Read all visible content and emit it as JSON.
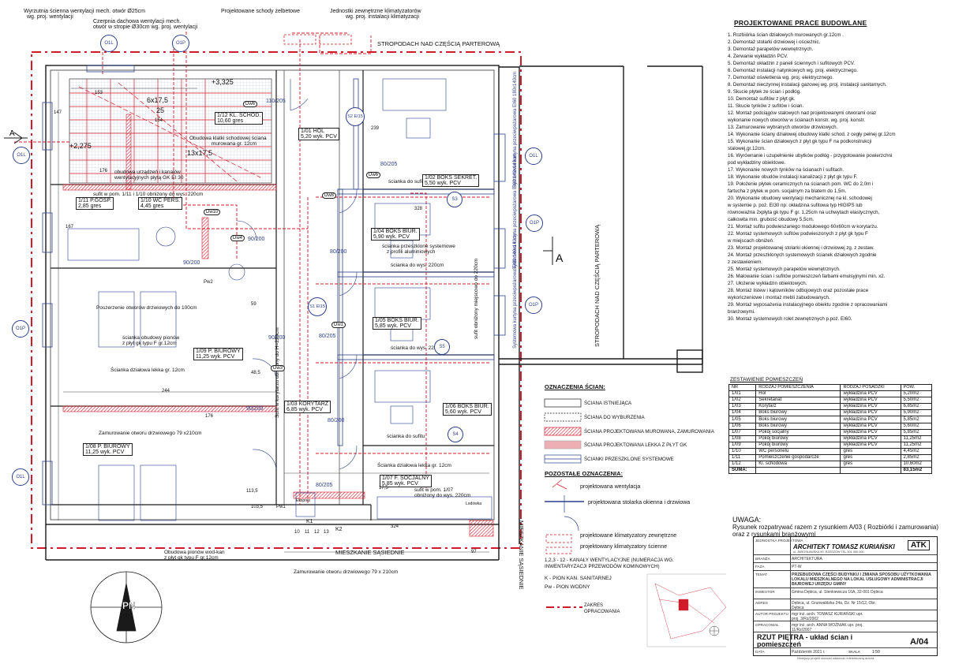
{
  "colors": {
    "red": "#d01c2a",
    "blue": "#2b3f8c",
    "ink": "#1a1a1a"
  },
  "plan_annotations": {
    "vent_mech": [
      "Wyrzutnia ściennа wentylacji mech. otwór Ø25cm",
      "wg. proj. wentylacji"
    ],
    "chimney": [
      "Czerpnia dachowa wentylacji mech.",
      "otwór w stropie Ø30cm wg. proj. wentylacji"
    ],
    "stairs_proj": "Projektowane schody żelbetowe",
    "ac_units": [
      "Jednostki zewnętrzne klimatyzatorów",
      "wg. proj. instalacji klimatyzacji"
    ],
    "stropodach_top": "STROPODACH NAD CZĘŚCIĄ PARTEROWĄ",
    "stropodach_right": "STROPODACH NAD CZĘŚCIĄ PARTEROWĄ",
    "mieszkanie_right": "MIESZKANIE SĄSIEDNIE",
    "mieszkanie_bottom": "MIESZKANIE SĄSIEDNIE",
    "level_325": "+3,325",
    "level_2275": "+2,275",
    "stair_a": "6x17,5",
    "stair_b": "13x17,5",
    "stair_c": "25",
    "stair_shaft": [
      "Obudowa klatki schodowej ściana",
      "murowana gr. 12cm"
    ],
    "obudowa_urz": [
      "obudowa urządzeń i kanałów",
      "wentylacyjnych płytą GK EI 30"
    ],
    "sufit_wc": "sufit w pom. 1/11 i 1/10 obniżony do wys. 220cm",
    "poszerzenie": "Poszerzenie otworów drzwiowych do 100cm",
    "scianka_pion": [
      "ścianka obudowy pionów",
      "z płyt gk typu F gr.12cm"
    ],
    "scianka_lekka": "Ścianka działowa lekka gr. 12cm",
    "zamurowanie_1": "Zamurowanie otworu drzwiowego 79 x210cm",
    "zamurowanie_2": "Zamurowanie otworu drzwiowego 79 x 210cm",
    "sufit_korytarz": "Sufit w korytarzu obniżony do H=220cm",
    "sufit_obnizony": "sufit obniżony miejscowo do 220cm",
    "scianka_sufitu": "ścianka do sufitu",
    "scianka_220": "ścianka do wys. 220cm",
    "przeszklone": [
      "ścianka przeszklone systemowe",
      "z profili aluminiowych"
    ],
    "scianka_lekka_2": "Ścianka działowa lekka gr. 12cm",
    "sufit_107": [
      "sufit w pom. 1/07",
      "obniżony do wys. 220cm"
    ],
    "obudowa_pionow": [
      "Obudowa pionów wod-kan",
      "z płyt gk typu F gr.12cm"
    ],
    "sec_A": "A",
    "compass": "PN",
    "dims": [
      "153",
      "154",
      "176",
      "147",
      "167",
      "239",
      "328",
      "324",
      "97",
      "113,5",
      "103,5",
      "244",
      "48,5",
      "59",
      "176",
      "17,5"
    ]
  },
  "rooms": [
    {
      "id": "1/12",
      "name": "KL. SCHOD.",
      "area": "10,60",
      "floor": "gres"
    },
    {
      "id": "1/01",
      "name": "HOL",
      "area": "5,20",
      "floor": "wyk. PCV"
    },
    {
      "id": "1/02",
      "name": "BOKS SEKRET.",
      "area": "5,50",
      "floor": "wyk. PCV"
    },
    {
      "id": "1/11",
      "name": "P.GOSP.",
      "area": "2,85",
      "floor": "gres"
    },
    {
      "id": "1/10",
      "name": "WC PERS.",
      "area": "4,45",
      "floor": "gres"
    },
    {
      "id": "1/04",
      "name": "BOKS BIUR.",
      "area": "5,90",
      "floor": "wyk. PCV"
    },
    {
      "id": "1/09",
      "name": "P. BIUROWY",
      "area": "11,25",
      "floor": "wyk. PCV"
    },
    {
      "id": "1/05",
      "name": "BOKS BIUR.",
      "area": "5,85",
      "floor": "wyk. PCV"
    },
    {
      "id": "1/03",
      "name": "KORYTARZ",
      "area": "6,85",
      "floor": "wyk. PCV"
    },
    {
      "id": "1/06",
      "name": "BOKS BIUR.",
      "area": "5,60",
      "floor": "wyk. PCV"
    },
    {
      "id": "1/08",
      "name": "P. BIUROWY",
      "area": "11,25",
      "floor": "wyk. PCV"
    },
    {
      "id": "1/07",
      "name": "F. SOCJALNY",
      "area": "5,85",
      "floor": "wyk. PCV"
    }
  ],
  "markers": [
    "O1L",
    "O1P",
    "O1L",
    "O1P",
    "O1L",
    "O1P",
    "O1L",
    "O1P",
    "S2 EI15",
    "S3",
    "S1 EI15",
    "S4",
    "S5",
    "Dw6",
    "Dw6",
    "Dw10",
    "Dw4",
    "Dw1",
    "Dw8",
    "Dw3",
    "Pw2",
    "Pw1"
  ],
  "door_tags": [
    "110/205",
    "90/200",
    "90/200",
    "80/205",
    "90/200",
    "80/205",
    "80/200",
    "80/200",
    "80/205",
    "90/200"
  ],
  "window_labels": [
    "Systemowa kurtyna przeciwpożarowa EI60 180x140cm",
    "Systemowa kurtyna przeciwpożarowa EI60 140x140cm",
    "Systemowa kurtyna przeciwpożarowa EI60 140x140cm"
  ],
  "riser_labels": [
    "K1",
    "K2",
    "10",
    "11",
    "12",
    "13"
  ],
  "appliances": [
    "Lodówka",
    "Ekspres"
  ],
  "works": {
    "title": "PROJEKTOWANE PRACE BUDOWLANE",
    "items": [
      "1. Rozbiórka ścian działowych murowanych gr.12cm .",
      "2. Demontaż stolarki drzwiowej i ościeżnic.",
      "3. Demontaż parapetów wewnętrznych.",
      "4. Zerwanie wykładzin PCV.",
      "5. Demontaż okładzin z paneli ściennych i sufitowych PCV.",
      "6. Demontaż instalacji natynkowych wg. proj. elektrycznego.",
      "7. Demontaż oświetlenia wg. proj. elektrycznego.",
      "8. Demontaż nieczynnej instalacji gazowej wg. proj. instalacji sanitarnych.",
      "9. Skucie płytek ze ścian i podłóg.",
      "10. Demontaż sufitów z płyt gk.",
      "11. Skucie tynków z sufitów i ścian.",
      "12. Montaż podciągów stalowych nad projektowanymi otworami oraz",
      "     wykonanie nowych otworów w ścianach konstr. wg. proj. konstr.",
      "13. Zamurowanie wybranych otworów drzwiowych.",
      "14. Wykonanie ściany działowej obudowy klatki schod. z cegły pełnej gr.12cm",
      "15. Wykonanie ścian działowych z płyt gk typu F na podkonstrukcji",
      "     stalowej,gr.12cm.",
      "16. Wyrównanie i uzupełnienie ubytków podłóg - przygotowanie powierzchni",
      "     pod wykładziny obiektowe.",
      "17. Wykonanie nowych tynków na ścianach i sufitach.",
      "18. Wykonanie obudów instalacji kanalizacji z płyt gk typu F.",
      "19. Położenie płytek ceramicznych na ścianach pom. WC do 2,0m i",
      "     fartucha z płytek w pom. socjalnym za blatem do 1,5m.",
      "20. Wykonanie obudowy wentylacji mechanicznej na kl. schodowej",
      "     w systemie p. poż. EI30 np: okładzina sufitowa typ HIGIPS lub",
      "     równoważna 2xpłyta  gk typu F gr. 1,25cm na uchwytach elastycznych,",
      "     całkowita min. grubość obudowy 5,5cm.",
      "21. Montaż sufitu podwieszanego modułowego 60x60cm w korytarzu.",
      "22. Montaż systemowych sufitów podwieszonych z płyt gk typu F",
      "     w miejscach obniżeń.",
      "23. Montaż projektowanej stolarki okiennej i drzwiowej zg. z zestaw.",
      "24. Montaż przeszklonych systemowych ścianek działowych zgodnie",
      "     z zestawieniem.",
      "25. Montaż systemowych parapetów wewnętrznych.",
      "26. Malowanie ścian i sufitów pomieszczeń farbami emulsyjnymi min. x2.",
      "27. Ułożenie wykładzin obiektowych.",
      "28. Montaż listew i kątowników odbojowych oraz pozostałe prace",
      "     wykończeniowe i montaż mebli zabudowanych.",
      "29. Montaż wyposażenia instalacyjnego obiektu zgodnie z opracowaniami",
      "     branżowymi.",
      "30. Montaż systemowych rolet zewnętrznych p.poż. EI60."
    ]
  },
  "legend": {
    "walls_title": "OZNACZENIA ŚCIAN:",
    "walls": [
      "ŚCIANA ISTNIEJĄCA",
      "ŚCIANA DO WYBURZENIA",
      "ŚCIANA PROJEKTOWANA MUROWANA, ZAMUROWANIA",
      "ŚCIANA PROJEKTOWANA LEKKA Z PŁYT GK",
      "ŚCIANKI PRZESZKLONE SYSTEMOWE"
    ],
    "other_title": "POZOSTAŁE OZNACZENIA:",
    "other": [
      "projektowana wentylacja",
      "projektowana stolarka okienna i drzwiowa",
      "projektowane klimatyzatory zewnętrzne",
      "projektowany klimatyzatory ścienne",
      "1,2,3 - 12 - KANAŁY WENTYLACYJNE (NUMERACJA WG. INWENTARYZACJI PRZEWODÓW KOMINOWYCH)",
      "K - PION KAN. SANITARNEJ",
      "Pw - PION WODNY",
      "ZAKRES OPRACOWANIA"
    ]
  },
  "room_table": {
    "caption": "ZESTAWIENIE POMIESZCZEŃ",
    "headers": [
      "NR",
      "RODZAJ POMIESZCZENIA",
      "RODZAJ POSADZKI",
      "POW."
    ],
    "rows": [
      [
        "1/01",
        "Hol",
        "wykładzina PCV",
        "5,20m2"
      ],
      [
        "1/02",
        "Sekretariat",
        "wykładzina PCV",
        "5,50m2"
      ],
      [
        "1/03",
        "Korytarz",
        "wykładzina PCV",
        "6,85m2"
      ],
      [
        "1/04",
        "Boks biurowy",
        "wykładzina PCV",
        "5,90m2"
      ],
      [
        "1/05",
        "Boks biurowy",
        "wykładzina PCV",
        "5,85m2"
      ],
      [
        "1/06",
        "Boks biurowy",
        "wykładzina PCV",
        "5,60m2"
      ],
      [
        "1/07",
        "Pokój socjalny",
        "wykładzina PCV",
        "5,85m2"
      ],
      [
        "1/08",
        "Pokój biurowy",
        "wykładzina PCV",
        "11,25m2"
      ],
      [
        "1/09",
        "Pokój biurowy",
        "wykładzina PCV",
        "11,25m2"
      ],
      [
        "1/10",
        "WC personelu",
        "gres",
        "4,45m2"
      ],
      [
        "1/11",
        "Pomieszczenie gospodarcze",
        "gres",
        "2,85m2"
      ],
      [
        "1/12",
        "Kl. schodowa",
        "gres",
        "10,60m2"
      ]
    ],
    "sum_label": "SUMA:",
    "sum_value": "83,15m2"
  },
  "note": {
    "title": "UWAGA:",
    "text": "Rysunek rozpatrywać razem z rysunkiem A/03 ( Rozbiórki i zamurowania) oraz z rysunkami branżowymi"
  },
  "title_block": {
    "firm_label": "JEDNOSTKA PROJEKTOWA",
    "firm_name": "ARCHITEKT TOMASZ KURIAŃSKI",
    "firm_addr": "ul. JAROSŁAWSKA 90, RZESZÓW TEL 501 000 000",
    "logo": "ATK",
    "branza_label": "BRANŻA",
    "branza": "ARCHITEKTURA",
    "faza_label": "FAZA",
    "faza": "PT-W",
    "temat_label": "TEMAT",
    "temat": "PRZEBUDOWA CZĘŚCI BUDYNKU  I ZMIANA SPOSOBU UŻYTKOWANIA LOKALU MIESZKALNEGO NA LOKAL USŁUGOWY ADMINISTRACJI BIUROWEJ URZĘDU GMINY",
    "inwestor_label": "INWESTOR",
    "inwestor": "Gmina Dębica, ul. Sienkiewicza 16A, 32-001 Dębica",
    "adres_label": "ADRES",
    "adres": "Dębica, ul. Grunwaldzka 24a, Dz. Nr 15/12, Obr. Dębica",
    "autor_label": "AUTOR PROJEKTU",
    "autor": "mgr inż. arch. TOMASZ KURIAŃSKI upr. proj. 3/Rz/2002",
    "oprac_label": "OPRACOWAŁ",
    "oprac": "mgr inż. arch. ANNA WOŹNIAK upr. proj. 11/Rz/2007",
    "rys_title": "RZUT PIĘTRA - układ ścian i pomieszczeń",
    "rys_no": "A/04",
    "data_label": "DATA",
    "data": "Październik 2021 r.",
    "skala_label": "SKALA",
    "skala": "1:50",
    "footer": "Niniejszy projekt stanowi własność intelektualną autora"
  }
}
